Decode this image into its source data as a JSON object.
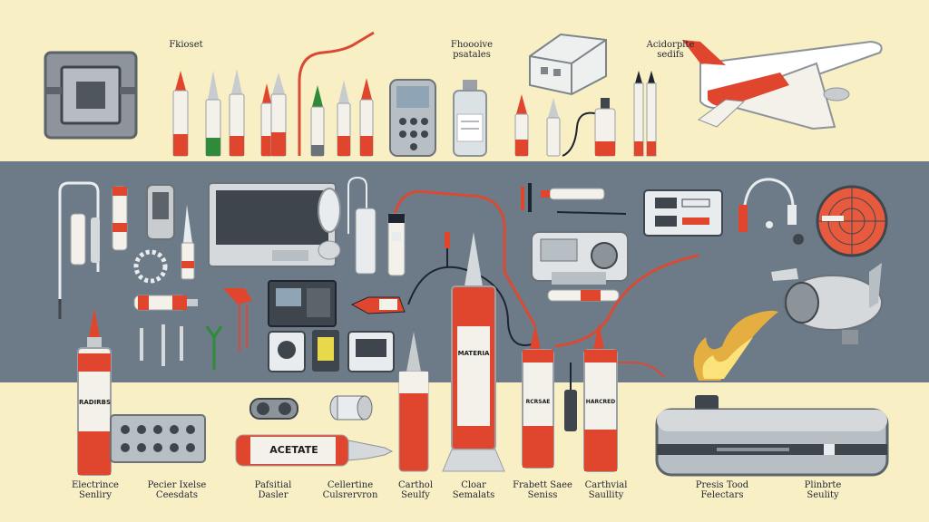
{
  "top_labels": {
    "item1": "Fkioset",
    "item2": "Fhoooive\npsatales",
    "item3": "Acidorplte\nsedifs"
  },
  "tube_labels": {
    "large_left": "RADIRBS",
    "acetate": "ACETATE",
    "center": "MATERIA",
    "small1": "RCRSAE",
    "small2": "HARCRED"
  },
  "bottom_labels": {
    "b1": "Electrince\nSenliry",
    "b2": "Pecier Ixelse\nCeesdats",
    "b3": "Pafsitial\nDasler",
    "b4": "Cellertine\nCulsrervron",
    "b5": "Carthol\nSeulfy",
    "b6": "Cloar\nSemalats",
    "b7": "Frabett Saee\nSeniss",
    "b8": "Carthvial\nSaullity",
    "b9": "Presis Tood\nFelectars",
    "b10": "Plinbrte\nSeulity"
  },
  "colors": {
    "cream": "#f8efc5",
    "slate": "#6c7b87",
    "accent_red": "#e0462e",
    "tube_white": "#f3f1ea",
    "wire": "#d94a34"
  },
  "icons": [
    "chip-icon",
    "cartridge-icon",
    "phone-icon",
    "bottle-icon",
    "router-icon",
    "airplane-icon",
    "laptop-icon",
    "mouse-icon",
    "engine-icon",
    "radar-icon",
    "jet-engine-icon",
    "flame-icon",
    "console-device-icon"
  ]
}
